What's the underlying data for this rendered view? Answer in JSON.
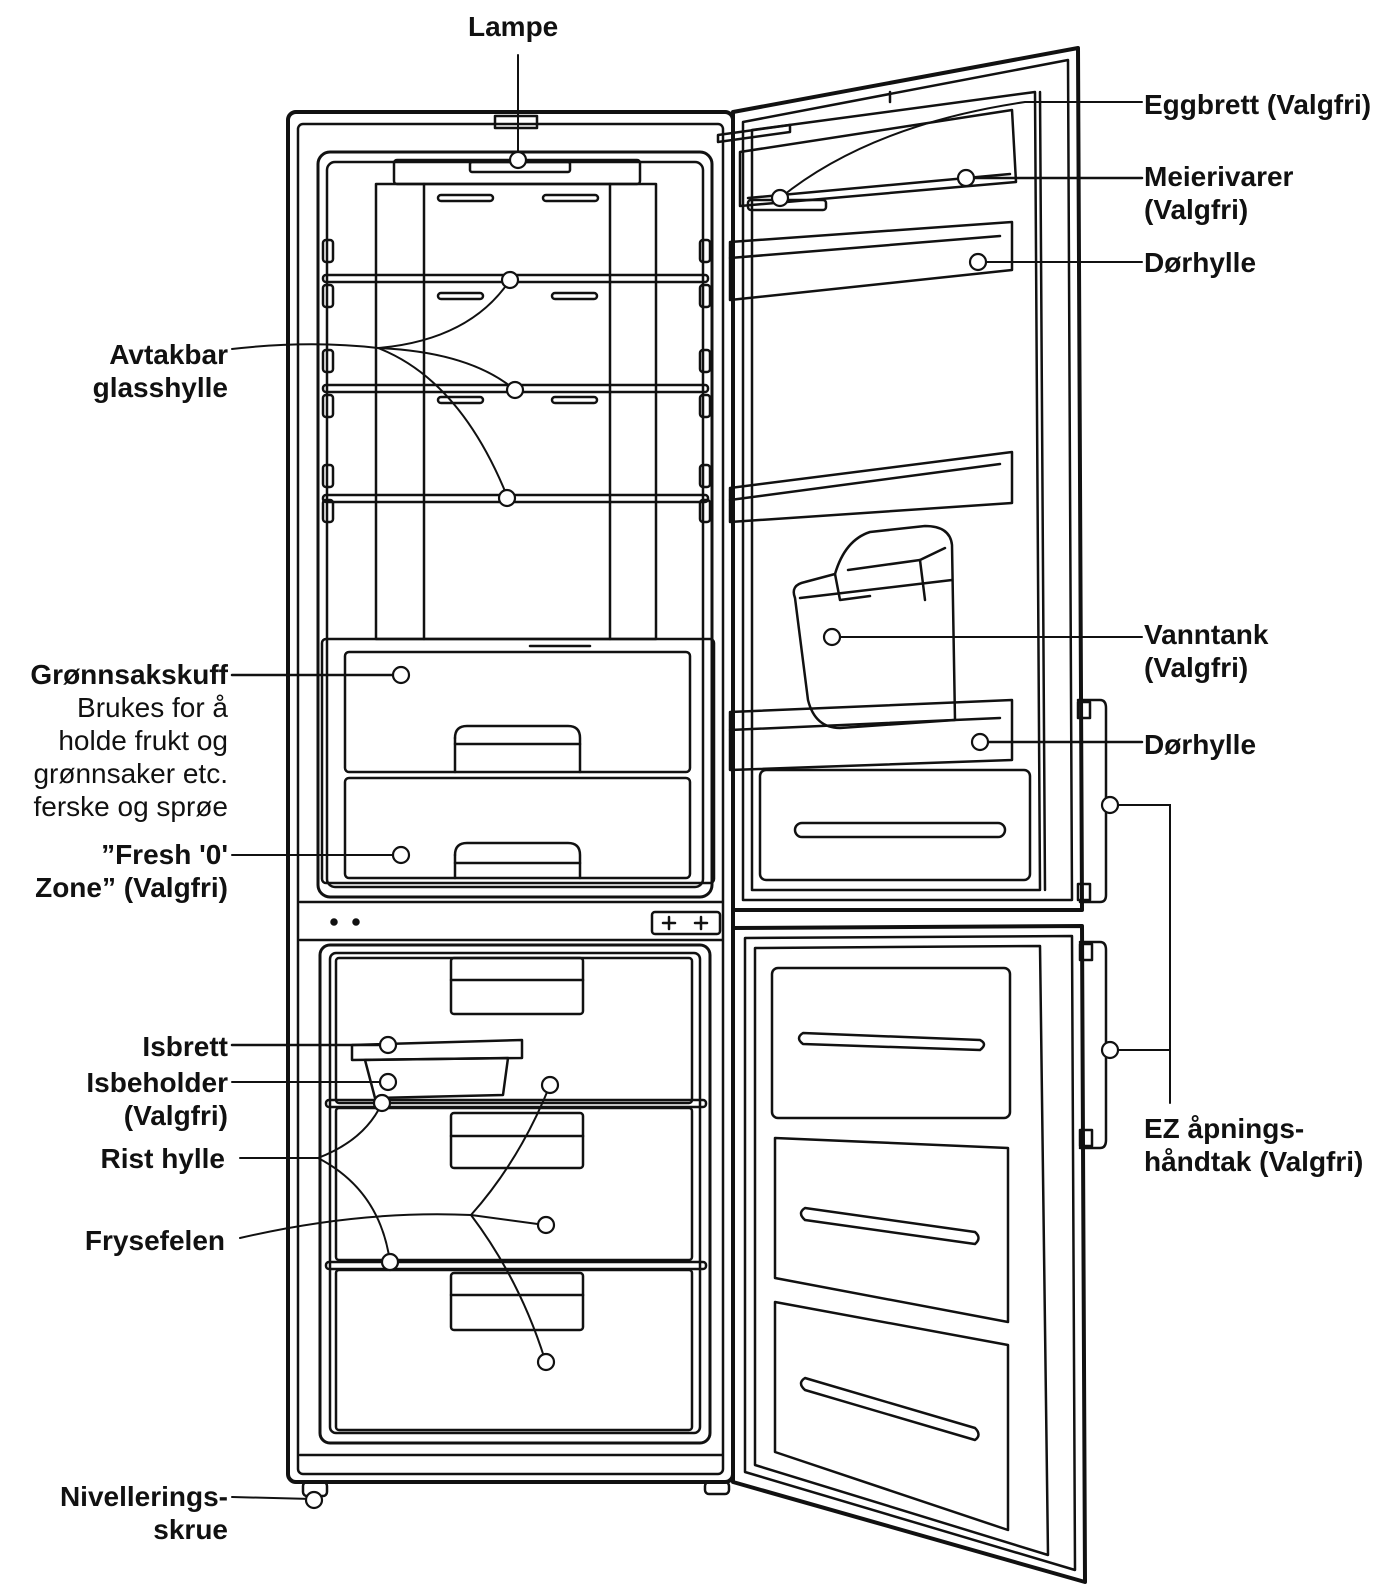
{
  "labels": {
    "lampe": "Lampe",
    "eggbrett": "Eggbrett (Valgfri)",
    "meierivarer_1": "Meierivarer",
    "meierivarer_2": "(Valgfri)",
    "dorhylle_top": "Dørhylle",
    "avtakbar_1": "Avtakbar",
    "avtakbar_2": "glasshylle",
    "gronnsakskuff": "Grønnsakskuff",
    "gronnsak_desc_1": "Brukes for å",
    "gronnsak_desc_2": "holde frukt og",
    "gronnsak_desc_3": "grønnsaker etc.",
    "gronnsak_desc_4": "ferske og sprøe",
    "fresh_1": "”Fresh '0'",
    "fresh_2": "Zone” (Valgfri)",
    "vanntank_1": "Vanntank",
    "vanntank_2": "(Valgfri)",
    "dorhylle_bottom": "Dørhylle",
    "isbrett": "Isbrett",
    "isbeholder_1": "Isbeholder",
    "isbeholder_2": "(Valgfri)",
    "rist_hylle": "Rist hylle",
    "frysefelen": "Frysefelen",
    "ez_1": "EZ åpnings-",
    "ez_2": "håndtak (Valgfri)",
    "niv_1": "Nivellerings-",
    "niv_2": "skrue"
  },
  "colors": {
    "line": "#111111",
    "background": "#ffffff"
  }
}
